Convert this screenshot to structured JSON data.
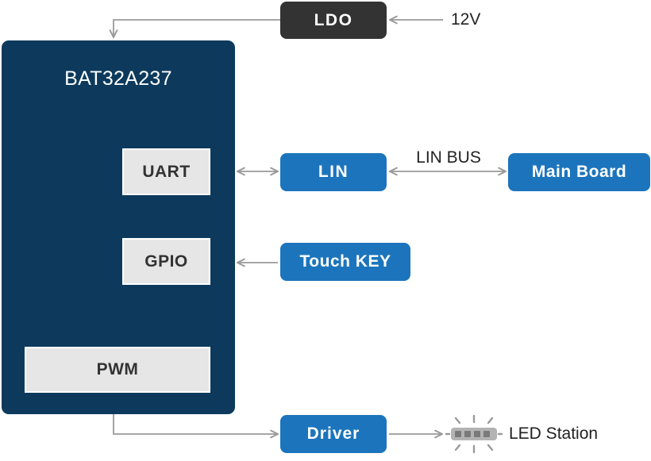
{
  "power": {
    "ldo_label": "LDO",
    "input_label": "12V"
  },
  "mcu": {
    "title": "BAT32A237",
    "uart_label": "UART",
    "gpio_label": "GPIO",
    "pwm_label": "PWM"
  },
  "lin": {
    "label": "LIN",
    "bus_label": "LIN BUS",
    "main_board_label": "Main Board"
  },
  "touch": {
    "label": "Touch KEY"
  },
  "driver": {
    "label": "Driver",
    "led_label": "LED Station",
    "led_icon": "led-station-icon"
  },
  "colors": {
    "ldo": "#333333",
    "mcu": "#0d3a5c",
    "module": "#1c75bc",
    "port": "#e6e6e6",
    "connector": "#9a9a9a"
  }
}
